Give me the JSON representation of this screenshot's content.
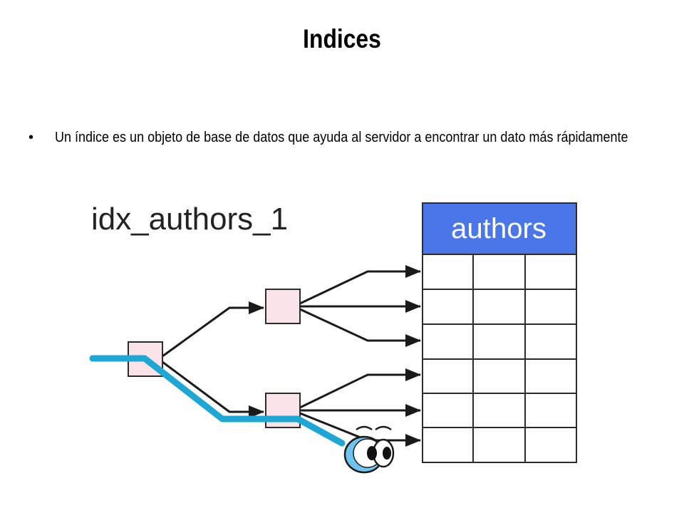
{
  "slide": {
    "title": "Indices",
    "bullet_marker": "•",
    "bullet_text": "Un índice es un objeto de base de datos que ayuda al servidor a encontrar un dato más rápidamente"
  },
  "diagram": {
    "index_label": "idx_authors_1",
    "table_label": "authors",
    "table_rows": 6,
    "table_columns": 3,
    "colors": {
      "table_header": "#4a76e8",
      "table_header_text": "#ffffff",
      "index_node_fill": "#fbe3ea",
      "search_path": "#1ea7d4",
      "lines": "#1a1a1a"
    },
    "icons": [
      "eyes-icon"
    ]
  }
}
